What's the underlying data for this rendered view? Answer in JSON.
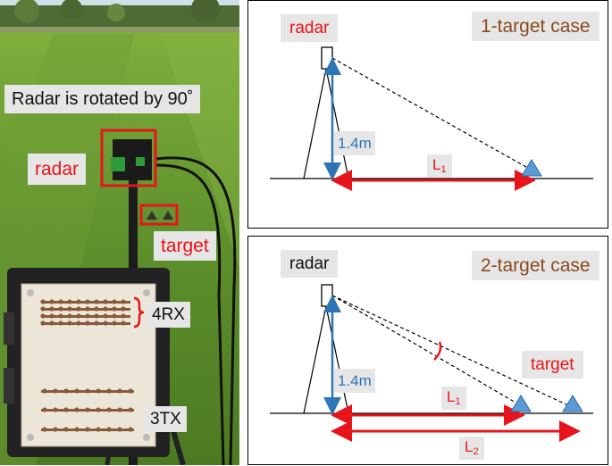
{
  "photo": {
    "rotation_note": "Radar is rotated by 90˚",
    "radar_label": "radar",
    "target_label": "target",
    "rx_label": "4RX",
    "tx_label": "3TX"
  },
  "panel_one": {
    "case_title": "1-target case",
    "radar_label": "radar",
    "height_label": "1.4m",
    "distance_label": "L",
    "distance_sub": "1"
  },
  "panel_two": {
    "case_title": "2-target case",
    "radar_label": "radar",
    "target_label": "target",
    "height_label": "1.4m",
    "distance1_label": "L",
    "distance1_sub": "1",
    "distance2_label": "L",
    "distance2_sub": "2"
  },
  "colors": {
    "annotation_red": "#e8141b",
    "height_blue": "#2e75b6",
    "target_fill": "#5b9bd5",
    "title_brown": "#8a4a1f"
  }
}
